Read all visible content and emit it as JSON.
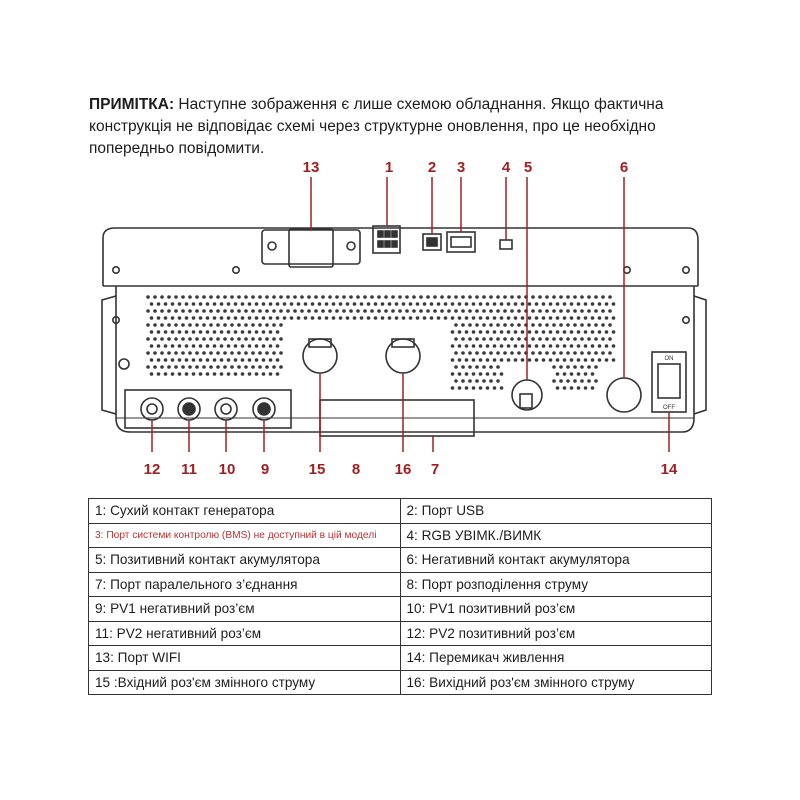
{
  "note": {
    "label": "ПРИМІТКА:",
    "text": " Наступне зображення є лише схемою обладнання. Якщо фактична конструкція не відповідає схемі через структурне оновлення, про це необхідно попередньо повідомити."
  },
  "callouts": [
    "13",
    "1",
    "2",
    "3",
    "4",
    "5",
    "6",
    "12",
    "11",
    "10",
    "9",
    "15",
    "8",
    "16",
    "7",
    "14"
  ],
  "device": {
    "switch_on_mark": "ON",
    "switch_off_mark": "OFF"
  },
  "colors": {
    "callout": "#a02020",
    "warning": "#c03030",
    "line": "#333333"
  },
  "legend": [
    [
      "1: Сухий контакт генератора",
      "2: Порт USB"
    ],
    [
      "3: Порт системи контролю (BMS) не доступний в цій моделі",
      "4: RGB УВІМК./ВИМК"
    ],
    [
      "5: Позитивний контакт акумулятора",
      "6: Негативний контакт акумулятора"
    ],
    [
      "7: Порт паралельного з’єднання",
      "8: Порт розподілення струму"
    ],
    [
      "9: PV1 негативний роз’єм",
      "10: PV1 позитивний роз’єм"
    ],
    [
      "11: PV2 негативний  роз’єм",
      "12: PV2 позитивний  роз’єм"
    ],
    [
      "13: Порт WIFI",
      "14: Перемикач живлення"
    ],
    [
      "15 :Вхідний роз'єм змінного струму",
      "16: Вихідний роз'єм змінного струму"
    ]
  ]
}
